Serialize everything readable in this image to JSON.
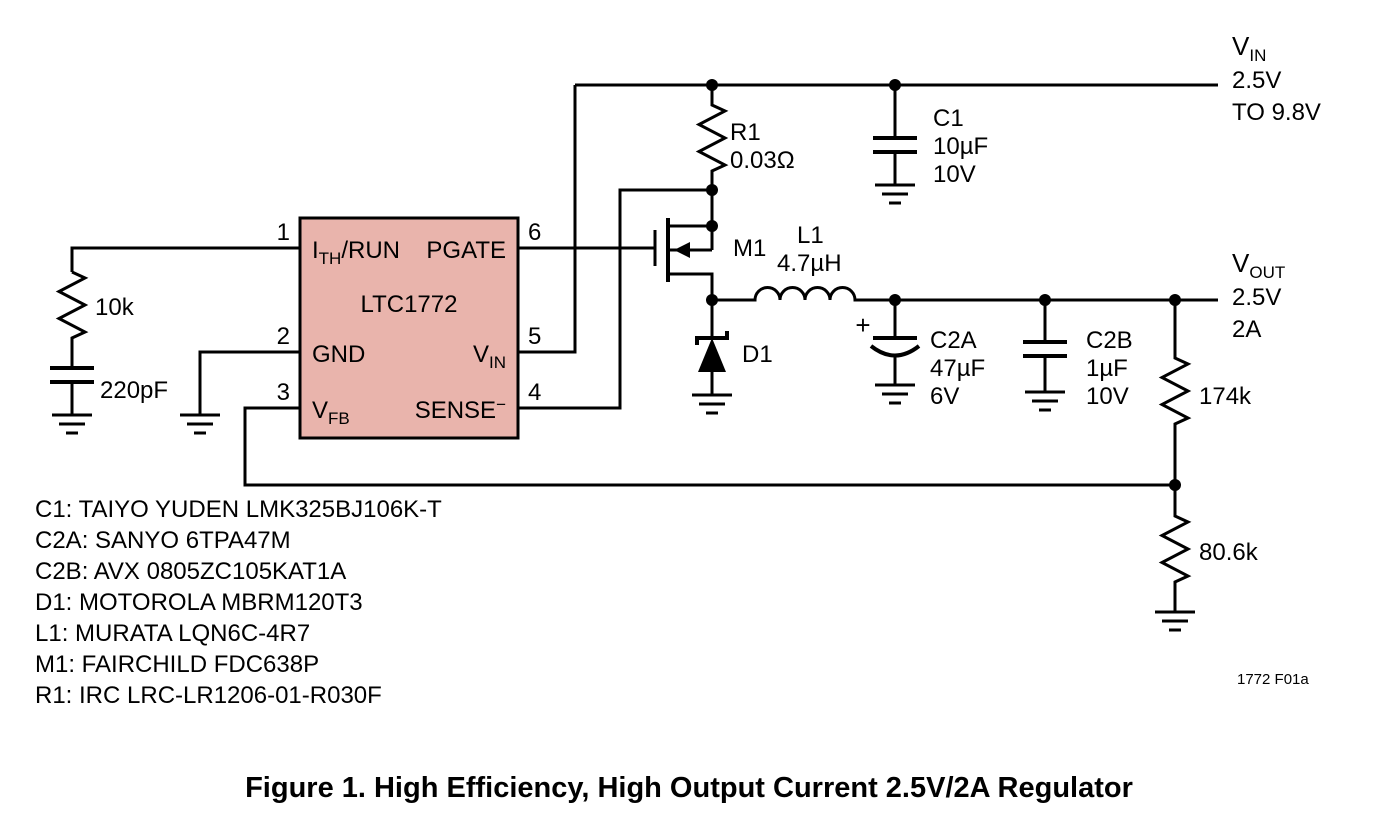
{
  "meta": {
    "figure_ref": "1772 F01a",
    "title": "Figure 1. High Efficiency, High Output Current 2.5V/2A Regulator"
  },
  "colors": {
    "ic_fill": "#e9b4ac",
    "line": "#000000",
    "background": "#ffffff"
  },
  "ic": {
    "part": "LTC1772",
    "pins": {
      "p1": {
        "num": "1",
        "pre": "I",
        "sub": "TH",
        "post": "/RUN"
      },
      "p2": {
        "num": "2",
        "name": "GND"
      },
      "p3": {
        "num": "3",
        "pre": "V",
        "sub": "FB"
      },
      "p4": {
        "num": "4",
        "name": "SENSE",
        "sup": "−"
      },
      "p5": {
        "num": "5",
        "pre": "V",
        "sub": "IN"
      },
      "p6": {
        "num": "6",
        "name": "PGATE"
      }
    }
  },
  "rails": {
    "vin": {
      "pre": "V",
      "sub": "IN",
      "line2": "2.5V",
      "line3": "TO 9.8V"
    },
    "vout": {
      "pre": "V",
      "sub": "OUT",
      "line2": "2.5V",
      "line3": "2A"
    }
  },
  "components": {
    "r1": {
      "ref": "R1",
      "value": "0.03Ω"
    },
    "c1": {
      "ref": "C1",
      "value": "10µF",
      "rating": "10V"
    },
    "m1": {
      "ref": "M1"
    },
    "l1": {
      "ref": "L1",
      "value": "4.7µH"
    },
    "d1": {
      "ref": "D1"
    },
    "c2a": {
      "ref": "C2A",
      "value": "47µF",
      "rating": "6V",
      "polarity": "+"
    },
    "c2b": {
      "ref": "C2B",
      "value": "1µF",
      "rating": "10V"
    },
    "r_comp": {
      "value": "10k"
    },
    "c_comp": {
      "value": "220pF"
    },
    "r_fb_top": {
      "value": "174k"
    },
    "r_fb_bottom": {
      "value": "80.6k"
    }
  },
  "bom": [
    "C1: TAIYO YUDEN LMK325BJ106K-T",
    "C2A: SANYO 6TPA47M",
    "C2B: AVX 0805ZC105KAT1A",
    "D1: MOTOROLA MBRM120T3",
    "L1: MURATA LQN6C-4R7",
    "M1: FAIRCHILD FDC638P",
    "R1: IRC LRC-LR1206-01-R030F"
  ]
}
